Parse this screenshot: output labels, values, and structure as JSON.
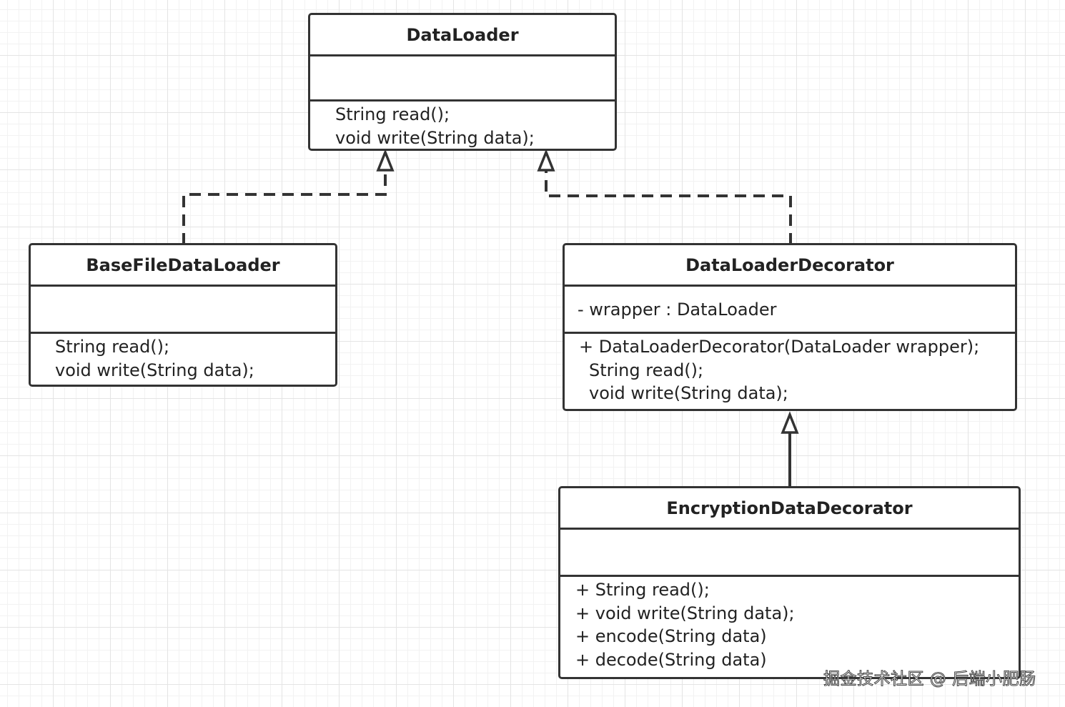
{
  "classes": {
    "data_loader": {
      "name": "DataLoader",
      "attributes": [],
      "operations": [
        "String read();",
        "void write(String data);"
      ]
    },
    "base_file_data_loader": {
      "name": "BaseFileDataLoader",
      "attributes": [],
      "operations": [
        "String read();",
        "void write(String data);"
      ]
    },
    "data_loader_decorator": {
      "name": "DataLoaderDecorator",
      "attributes": [
        "- wrapper : DataLoader"
      ],
      "operations": [
        "+ DataLoaderDecorator(DataLoader wrapper);",
        "String read();",
        "void write(String data);"
      ]
    },
    "encryption_data_decorator": {
      "name": "EncryptionDataDecorator",
      "attributes": [],
      "operations": [
        "+ String read();",
        "+ void write(String data);",
        "+ encode(String data)",
        "+ decode(String data)"
      ]
    }
  },
  "relationships": [
    {
      "from": "BaseFileDataLoader",
      "to": "DataLoader",
      "kind": "realization"
    },
    {
      "from": "DataLoaderDecorator",
      "to": "DataLoader",
      "kind": "realization"
    },
    {
      "from": "EncryptionDataDecorator",
      "to": "DataLoaderDecorator",
      "kind": "generalization"
    }
  ],
  "colors": {
    "stroke": "#333333",
    "text": "#222222",
    "grid": "#e4e4e4"
  },
  "watermark": "掘金技术社区 @ 后端小肥肠"
}
